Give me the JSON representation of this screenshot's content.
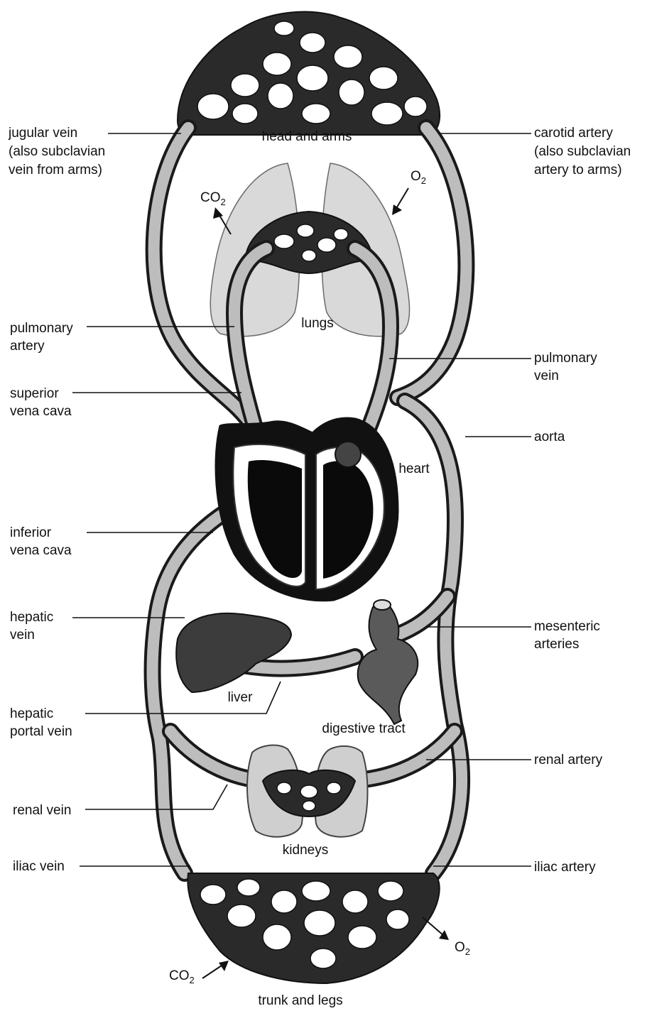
{
  "labels": {
    "head_and_arms": "head and arms",
    "carotid_artery": [
      "carotid artery",
      "(also subclavian",
      "artery to arms)"
    ],
    "jugular_vein": [
      "jugular vein",
      "(also subclavian",
      "vein from arms)"
    ],
    "co2_top": {
      "base": "CO",
      "sub": "2"
    },
    "o2_top": {
      "base": "O",
      "sub": "2"
    },
    "lungs": "lungs",
    "pulmonary_artery": [
      "pulmonary",
      "artery"
    ],
    "pulmonary_vein": [
      "pulmonary",
      "vein"
    ],
    "superior_vena_cava": [
      "superior",
      "vena cava"
    ],
    "aorta": "aorta",
    "heart": "heart",
    "inferior_vena_cava": [
      "inferior",
      "vena cava"
    ],
    "hepatic_vein": [
      "hepatic",
      "vein"
    ],
    "mesenteric_arteries": [
      "mesenteric",
      "arteries"
    ],
    "liver": "liver",
    "hepatic_portal_vein": [
      "hepatic",
      "portal vein"
    ],
    "digestive_tract": "digestive tract",
    "renal_artery": "renal artery",
    "renal_vein": "renal vein",
    "kidneys": "kidneys",
    "iliac_vein": "iliac vein",
    "iliac_artery": "iliac artery",
    "o2_bottom": {
      "base": "O",
      "sub": "2"
    },
    "co2_bottom": {
      "base": "CO",
      "sub": "2"
    },
    "trunk_and_legs": "trunk and legs"
  }
}
